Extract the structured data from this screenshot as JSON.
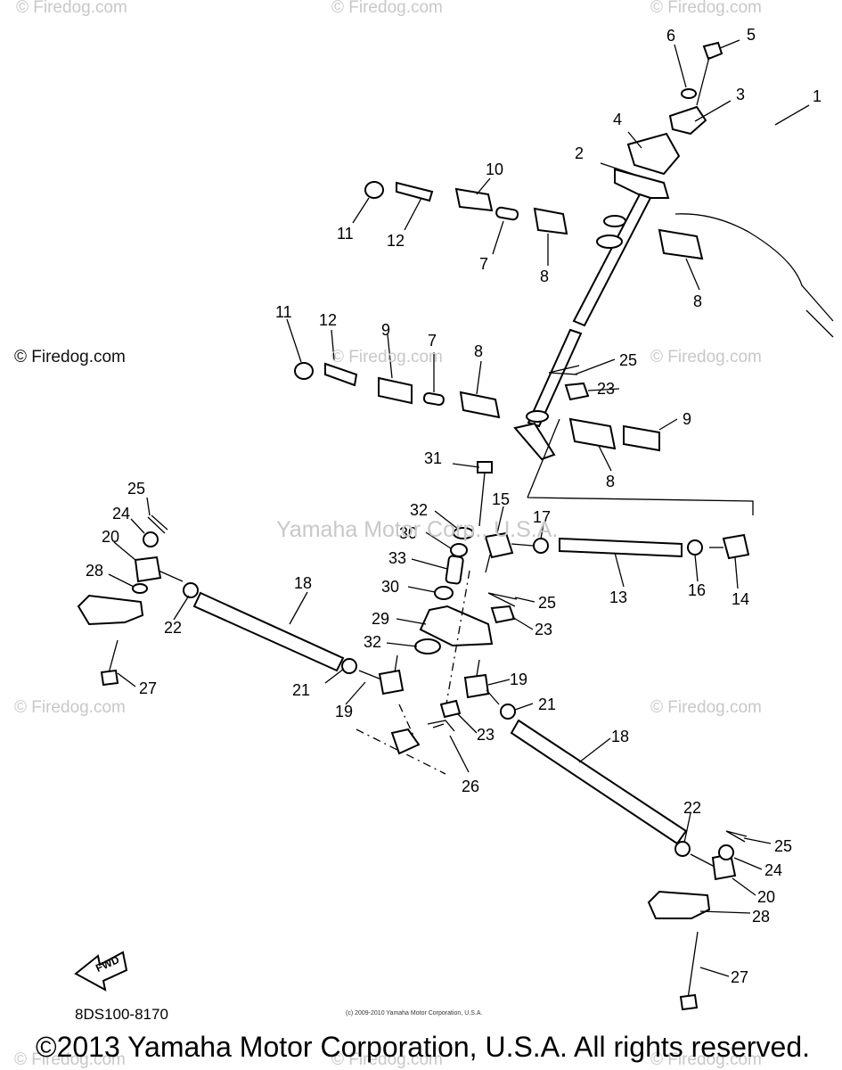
{
  "watermarks": {
    "top": [
      "© Firedog.com",
      "© Firedog.com",
      "© Firedog.com"
    ],
    "left_mid": "© Firedog.com",
    "mid": [
      "© Firedog.com",
      "© Firedog.com"
    ],
    "lower": [
      "© Firedog.com",
      "© Firedog.com"
    ],
    "bottom": [
      "© Firedog.com",
      "© Firedog.com",
      "© Firedog.com"
    ],
    "center": "Yamaha Motor Corp., U.S.A."
  },
  "diagram_code": "8DS100-8170",
  "fwd_label": "FWD",
  "fine_print": "(c) 2009-2010 Yamaha Motor Corporation, U.S.A.",
  "copyright": "©2013 Yamaha Motor Corporation, U.S.A. All rights reserved.",
  "callouts": [
    {
      "n": "1"
    },
    {
      "n": "2"
    },
    {
      "n": "3"
    },
    {
      "n": "4"
    },
    {
      "n": "5"
    },
    {
      "n": "6"
    },
    {
      "n": "7"
    },
    {
      "n": "7"
    },
    {
      "n": "8"
    },
    {
      "n": "8"
    },
    {
      "n": "8"
    },
    {
      "n": "8"
    },
    {
      "n": "9"
    },
    {
      "n": "9"
    },
    {
      "n": "10"
    },
    {
      "n": "11"
    },
    {
      "n": "11"
    },
    {
      "n": "12"
    },
    {
      "n": "12"
    },
    {
      "n": "13"
    },
    {
      "n": "14"
    },
    {
      "n": "15"
    },
    {
      "n": "16"
    },
    {
      "n": "17"
    },
    {
      "n": "18"
    },
    {
      "n": "18"
    },
    {
      "n": "19"
    },
    {
      "n": "19"
    },
    {
      "n": "20"
    },
    {
      "n": "20"
    },
    {
      "n": "21"
    },
    {
      "n": "21"
    },
    {
      "n": "22"
    },
    {
      "n": "22"
    },
    {
      "n": "23"
    },
    {
      "n": "23"
    },
    {
      "n": "23"
    },
    {
      "n": "24"
    },
    {
      "n": "24"
    },
    {
      "n": "25"
    },
    {
      "n": "25"
    },
    {
      "n": "25"
    },
    {
      "n": "25"
    },
    {
      "n": "26"
    },
    {
      "n": "27"
    },
    {
      "n": "27"
    },
    {
      "n": "28"
    },
    {
      "n": "28"
    },
    {
      "n": "29"
    },
    {
      "n": "30"
    },
    {
      "n": "30"
    },
    {
      "n": "31"
    },
    {
      "n": "32"
    },
    {
      "n": "32"
    },
    {
      "n": "33"
    }
  ]
}
